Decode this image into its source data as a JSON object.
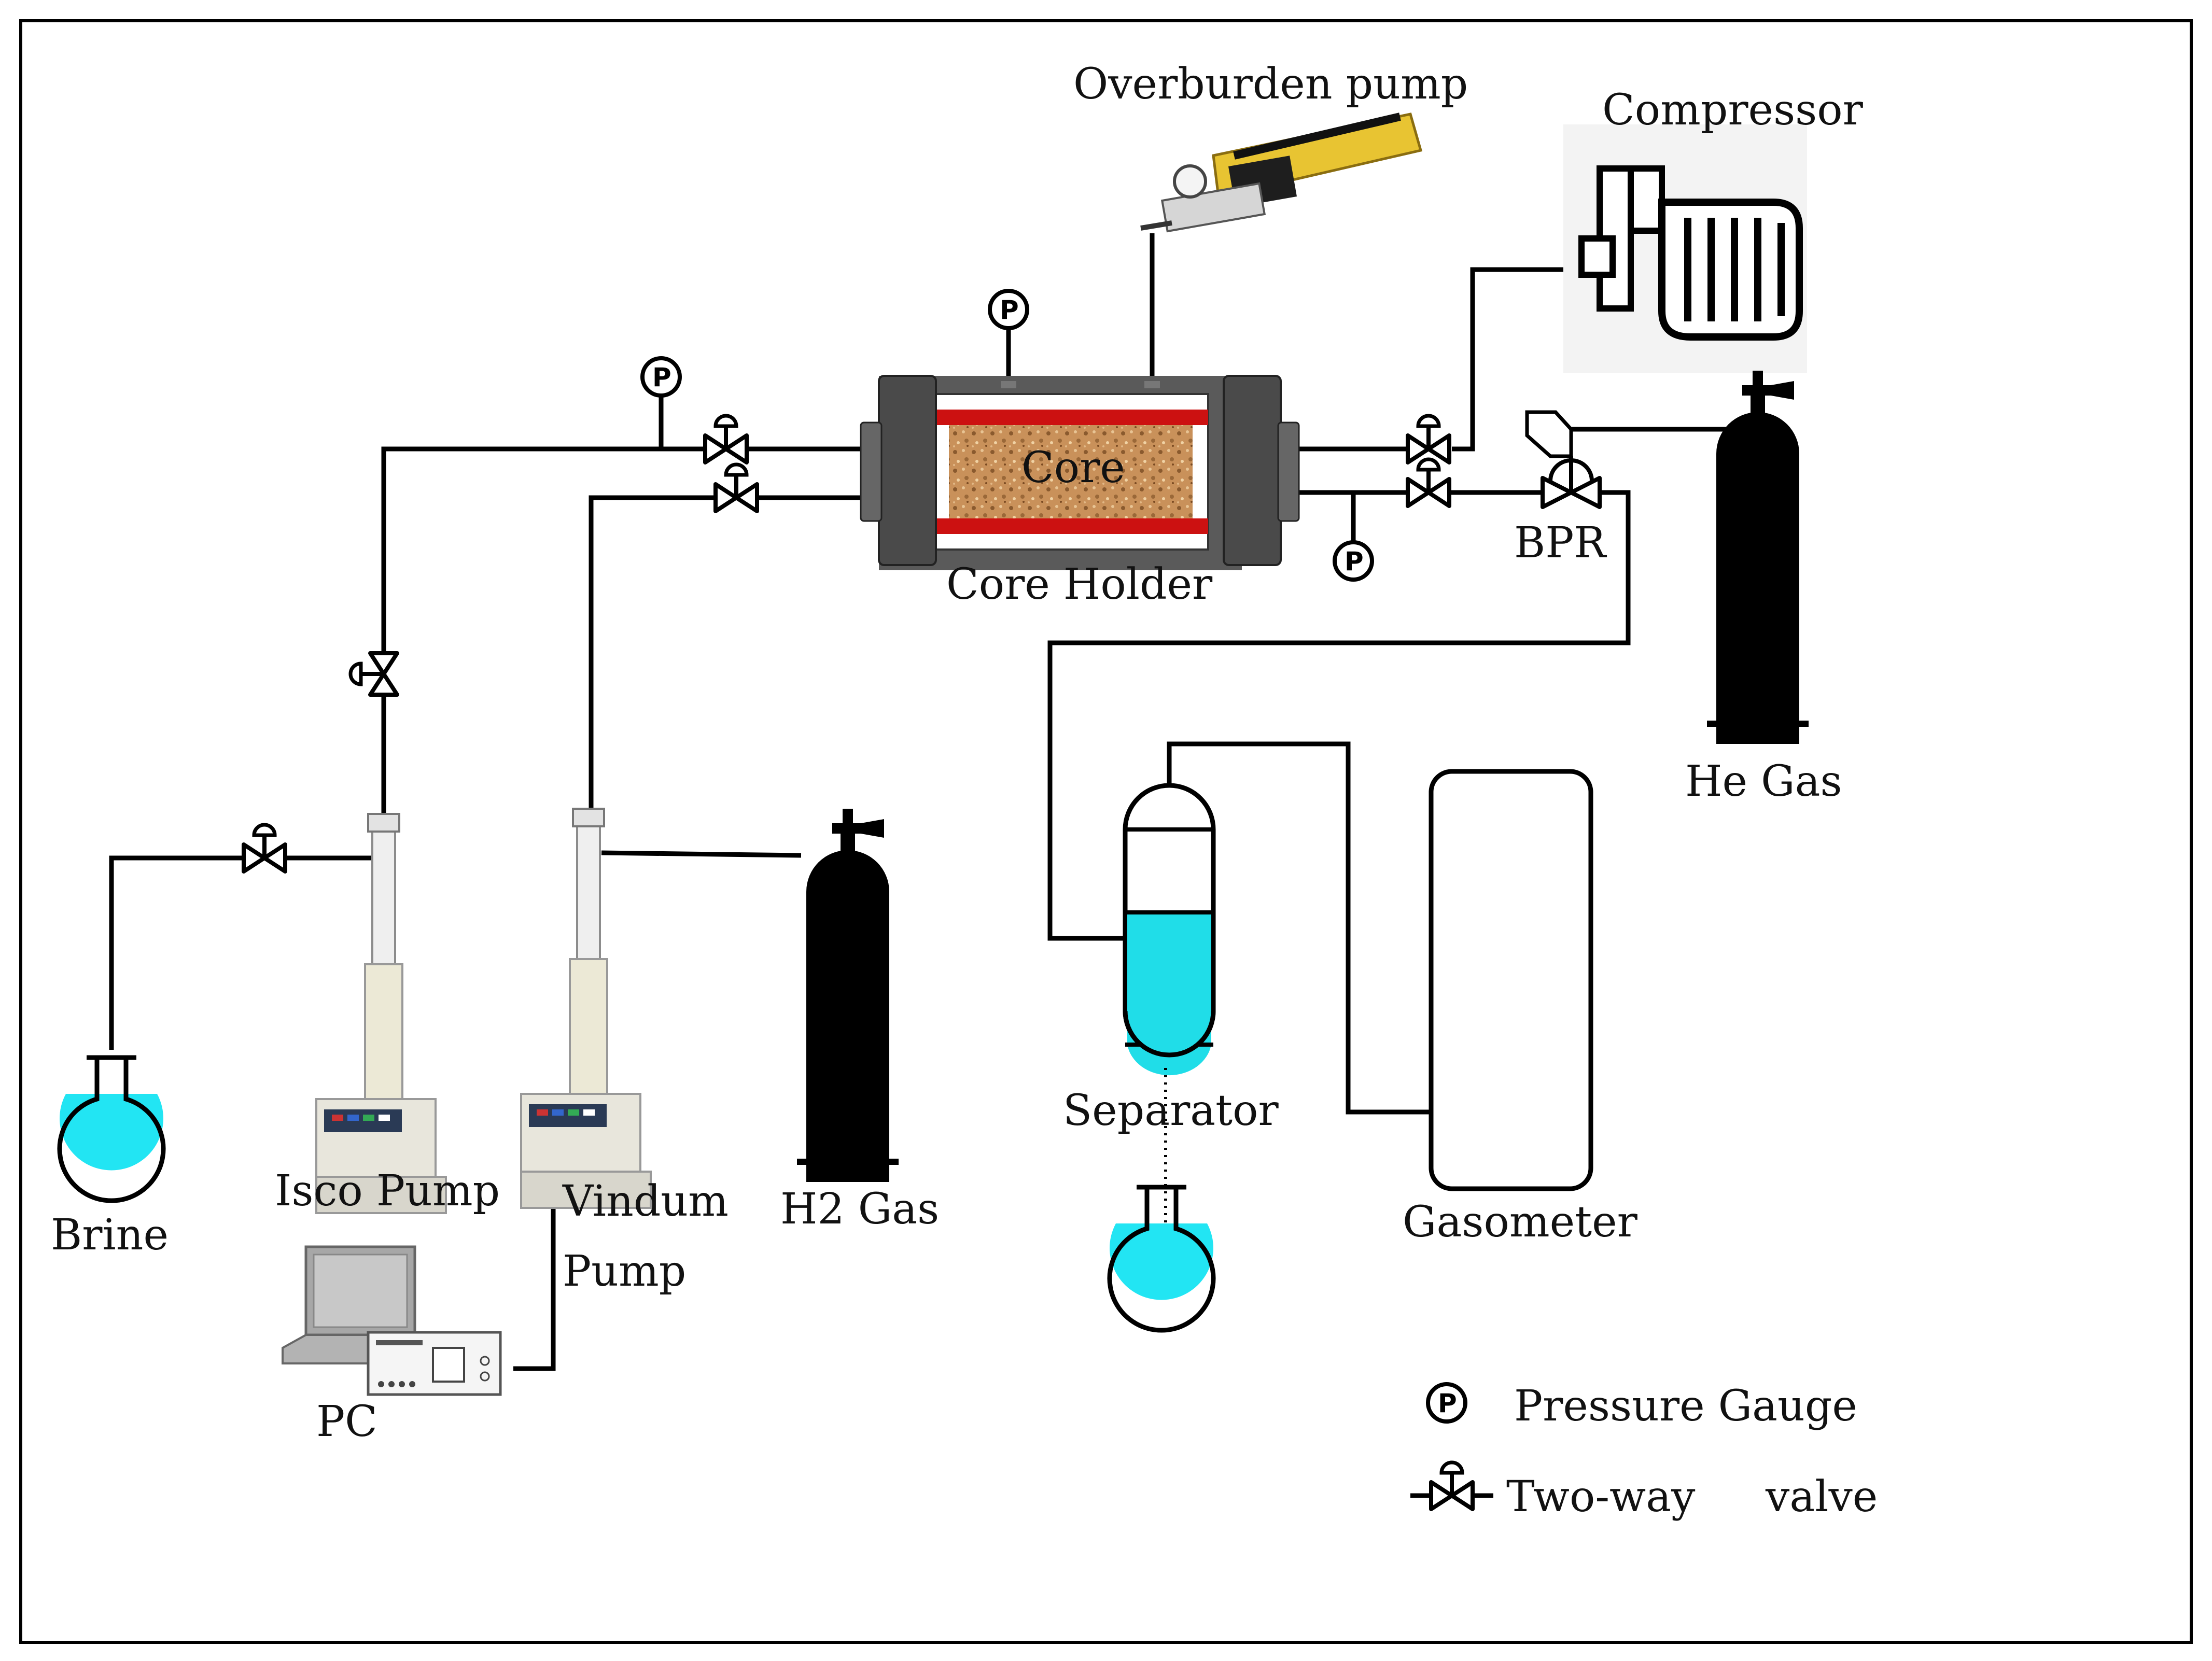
{
  "labels": {
    "overburden_pump": "Overburden pump",
    "compressor": "Compressor",
    "core": "Core",
    "core_holder": "Core Holder",
    "bpr": "BPR",
    "he_gas": "He Gas",
    "separator": "Separator",
    "gasometer": "Gasometer",
    "brine": "Brine",
    "isco_pump": "Isco Pump",
    "vindum_pump_line1": "Vindum",
    "vindum_pump_line2": "Pump",
    "h2_gas": "H2 Gas",
    "pc": "PC"
  },
  "legend": {
    "pressure_gauge": "Pressure Gauge",
    "two_way_valve_part1": "Two-way",
    "two_way_valve_part2": "valve"
  },
  "gauge_symbol": "P",
  "colors": {
    "brine_fluid": "#22e5f3",
    "separator_fluid": "#20dde8",
    "core_sand": "#c9915a",
    "holder_gray": "#5a5a5a",
    "holder_red": "#cc1111",
    "pump_yellow": "#e8c432"
  },
  "icons": [
    "pressure-gauge-icon",
    "two-way-valve-icon",
    "gas-cylinder-icon",
    "flask-icon",
    "laptop-icon",
    "compressor-icon",
    "hand-pump-icon",
    "syringe-pump-icon"
  ]
}
